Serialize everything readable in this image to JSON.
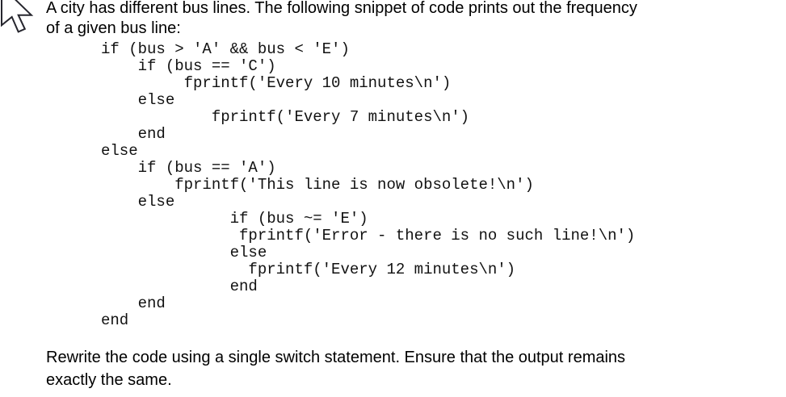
{
  "colors": {
    "background": "#ffffff",
    "text": "#000000",
    "code_text": "#111111",
    "cursor_fill": "#ffffff",
    "cursor_outline": "#26262e"
  },
  "question_intro": {
    "line1": "A city has different bus lines. The following snippet of code prints out the frequency",
    "line2": "of a given bus line:"
  },
  "code": {
    "language": "matlab",
    "lines": [
      "if (bus > 'A' && bus < 'E')",
      "    if (bus == 'C')",
      "         fprintf('Every 10 minutes\\n')",
      "    else",
      "            fprintf('Every 7 minutes\\n')",
      "    end",
      "else",
      "    if (bus == 'A')",
      "        fprintf('This line is now obsolete!\\n')",
      "    else",
      "              if (bus ~= 'E')",
      "               fprintf('Error - there is no such line!\\n')",
      "              else",
      "                fprintf('Every 12 minutes\\n')",
      "              end",
      "    end",
      "end"
    ]
  },
  "question_task": {
    "line1": "Rewrite the code using a single switch statement. Ensure that the output remains",
    "line2": "exactly the same."
  },
  "cursor": {
    "icon": "mouse-pointer"
  }
}
